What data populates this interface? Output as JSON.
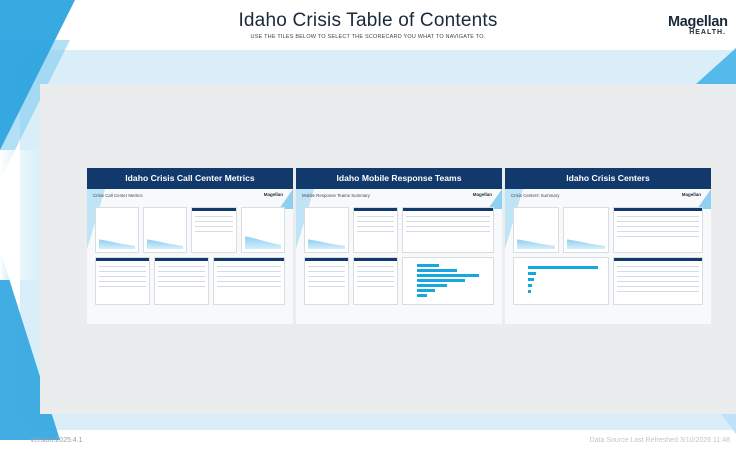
{
  "header": {
    "title": "Idaho Crisis Table of Contents",
    "subtitle": "USE THE TILES BELOW TO SELECT THE SCORECARD YOU WHAT TO NAVIGATE TO.",
    "logo_main": "Magellan",
    "logo_sub": "HEALTH."
  },
  "tiles": [
    {
      "label": "Idaho Crisis Call Center Metrics",
      "preview_title": "Crisis Call Center Metrics"
    },
    {
      "label": "Idaho Mobile Response Teams",
      "preview_title": "Mobile Response Teams Summary"
    },
    {
      "label": "Idaho Crisis Centers",
      "preview_title": "Crisis Centers' Summary"
    }
  ],
  "footer": {
    "version": "Version:2025.4.1",
    "refresh": "Data Source Last Refreshed 3/10/2026 11:48"
  },
  "colors": {
    "accent": "#2ea4df",
    "tile_header": "#12396b",
    "panel": "#ebeced"
  }
}
